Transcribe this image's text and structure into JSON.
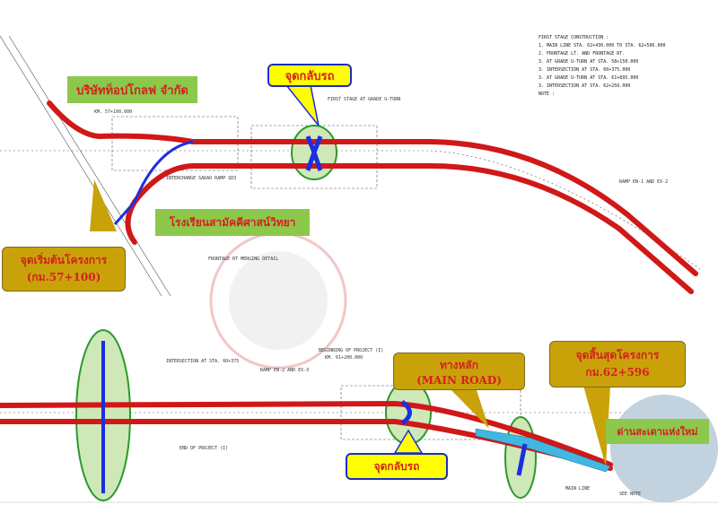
{
  "labels": {
    "company": "บริษัทท็อปโกลฟ จำกัด",
    "u_turn_top": "จุดกลับรถ",
    "school": "โรงเรียนสามัคคีศาสน์วิทยา",
    "start_point": "จุดเริ่มต้นโครงการ",
    "start_km": "(กม.57+100)",
    "main_road_th": "ทางหลัก",
    "main_road_en": "(MAIN ROAD)",
    "end_point": "จุดสิ้นสุดโครงการ",
    "end_km": "กม.62+596",
    "u_turn_bottom": "จุดกลับรถ",
    "toll": "ด่านสะเดาแห่งใหม่"
  },
  "notes": {
    "title": "FIRST STAGE CONSTRUCTION :",
    "items": [
      "1. MAIN LINE STA. 62+430.000 TO STA. 62+596.000",
      "2. FRONTAGE LT. AND FRONTAGE RT.",
      "3. AT GRADE U-TURN AT STA. 58+150.000",
      "3. INTERSECTION AT STA. 60+375.000",
      "3. AT GRADE U-TURN AT STA. 61+895.000",
      "3. INTERSECTION AT STA. 62+250.000"
    ],
    "note_label": "NOTE :"
  },
  "drawing_text": {
    "km_start": "KM. 57+100.000",
    "first_stage_top": "FIRST STAGE AT GRADE U-TURN",
    "interchange": "INTERCHANGE SADAO RAMP SD3",
    "frontage_merge": "FRONTAGE RT MERGING DETAIL",
    "ramp_en1": "RAMP EN-1 AND EX-2",
    "intersection": "INTERSECTION AT STA. 60+375",
    "ramp_en2": "RAMP EN-2 AND EX-3",
    "beginning": "BEGINNING OF PROJECT (I)",
    "end_project": "END OF PROJECT (I)",
    "km_61": "KM. 61+200.000",
    "main_line": "MAIN LINE",
    "see_note": "SEE NOTE"
  },
  "colors": {
    "road": "#d01818",
    "ramp": "#1a2fe0",
    "circle": "#b8e0a0",
    "callout_gold": "#c9a20a",
    "callout_green": "#8cc84b"
  }
}
